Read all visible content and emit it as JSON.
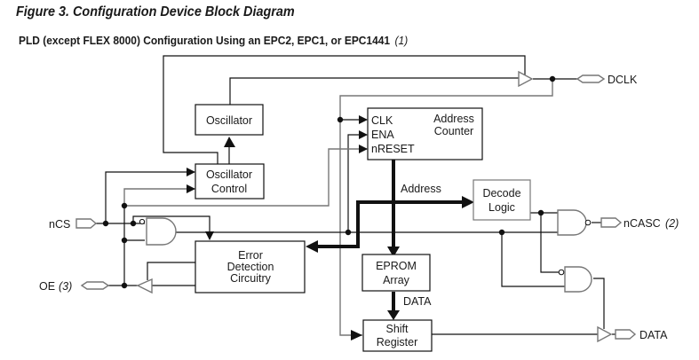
{
  "figure": {
    "title": "Figure 3. Configuration Device Block Diagram",
    "subtitle": "PLD (except FLEX 8000) Configuration Using an EPC2, EPC1, or EPC1441",
    "subtitle_note": "(1)"
  },
  "blocks": {
    "oscillator": "Oscillator",
    "oscillator_control": [
      "Oscillator",
      "Control"
    ],
    "address_counter": {
      "title": [
        "Address",
        "Counter"
      ],
      "ports": [
        "CLK",
        "ENA",
        "nRESET"
      ]
    },
    "decode_logic": [
      "Decode",
      "Logic"
    ],
    "error_detection": [
      "Error",
      "Detection",
      "Circuitry"
    ],
    "eprom_array": [
      "EPROM",
      "Array"
    ],
    "shift_register": [
      "Shift",
      "Register"
    ]
  },
  "signals": {
    "address_bus": "Address",
    "data_bus": "DATA"
  },
  "pins": {
    "dclk": "DCLK",
    "ncs": "nCS",
    "oe": "OE",
    "oe_note": "(3)",
    "ncasc": "nCASC",
    "ncasc_note": "(2)",
    "data": "DATA"
  }
}
